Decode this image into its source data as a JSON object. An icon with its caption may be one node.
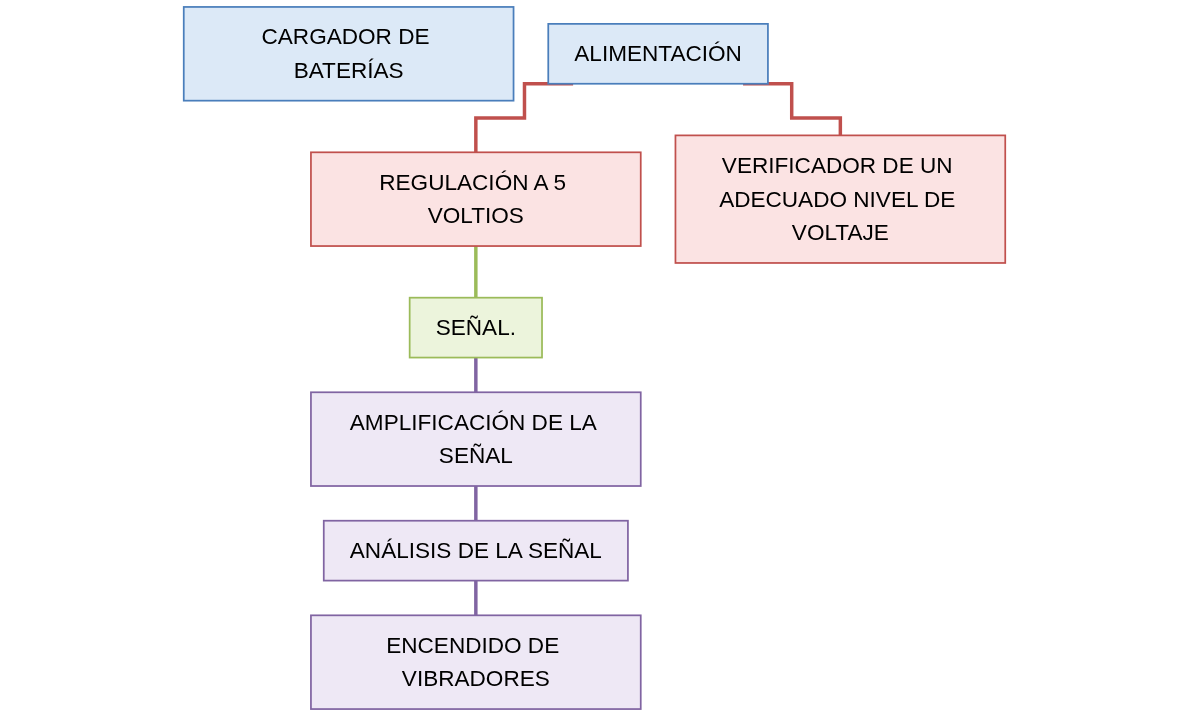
{
  "diagram": {
    "nodes": [
      {
        "text": [
          "CARGADOR DE BATERÍAS"
        ]
      },
      {
        "text": [
          "ALIMENTACIÓN"
        ]
      },
      {
        "text": [
          "REGULACIÓN A 5 VOLTIOS"
        ]
      },
      {
        "text": [
          "VERIFICADOR DE UN ADECUADO NIVEL DE VOLTAJE"
        ]
      },
      {
        "text": [
          "SEÑAL."
        ]
      },
      {
        "text": [
          "AMPLIFICACIÓN DE LA SEÑAL"
        ]
      },
      {
        "text": [
          "ANÁLISIS DE LA SEÑAL"
        ]
      },
      {
        "text": [
          "ENCENDIDO DE VIBRADORES"
        ]
      }
    ],
    "edges": [
      {
        "from": 1,
        "to": 2,
        "arrow": "none",
        "color": "#c0504d"
      },
      {
        "from": 1,
        "to": 3,
        "arrow": "none",
        "color": "#c0504d"
      },
      {
        "from": 2,
        "to": 4,
        "arrow": "none",
        "color": "#9bbb59"
      },
      {
        "from": 4,
        "to": 5,
        "arrow": "none",
        "color": "#8064a2"
      },
      {
        "from": 5,
        "to": 6,
        "arrow": "none",
        "color": "#8064a2"
      },
      {
        "from": 6,
        "to": 7,
        "arrow": "none",
        "color": "#8064a2"
      }
    ]
  }
}
